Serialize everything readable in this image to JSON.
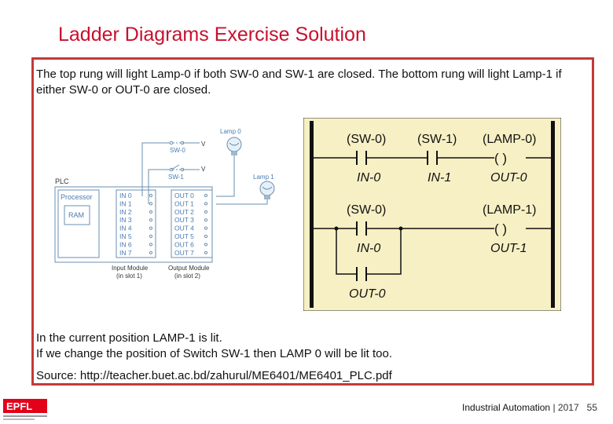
{
  "title": "Ladder Diagrams Exercise Solution",
  "intro_text": "The top rung will light Lamp-0  if both SW-0 and SW-1 are closed. The bottom rung will light Lamp-1 if either SW-0 or OUT-0 are closed.",
  "wiring": {
    "lamp0": "Lamp 0",
    "lamp1": "Lamp 1",
    "sw0": "SW-0",
    "sw1": "SW-1",
    "v": "V",
    "plc": "PLC",
    "processor": "Processor",
    "ram": "RAM",
    "inputs": [
      "IN 0",
      "IN 1",
      "IN 2",
      "IN 3",
      "IN 4",
      "IN 5",
      "IN 6",
      "IN 7"
    ],
    "outputs": [
      "OUT 0",
      "OUT 1",
      "OUT 2",
      "OUT 3",
      "OUT 4",
      "OUT 5",
      "OUT 6",
      "OUT 7"
    ],
    "input_module": "Input Module",
    "input_slot": "(in slot 1)",
    "output_module": "Output Module",
    "output_slot": "(in slot 2)"
  },
  "ladder": {
    "rung1": {
      "contact1_name": "(SW-0)",
      "contact1_addr": "IN-0",
      "contact2_name": "(SW-1)",
      "contact2_addr": "IN-1",
      "coil_name": "(LAMP-0)",
      "coil_symbol": "(   )",
      "coil_addr": "OUT-0"
    },
    "rung2": {
      "contact1_name": "(SW-0)",
      "contact1_addr": "IN-0",
      "contact2_addr": "OUT-0",
      "coil_name": "(LAMP-1)",
      "coil_symbol": "(   )",
      "coil_addr": "OUT-1"
    },
    "background": "#f7f0c4"
  },
  "note_line1": "In the current position LAMP-1 is lit.",
  "note_line2": "If we change the position of Switch SW-1 then LAMP 0 will be lit too.",
  "source": "Source: http://teacher.buet.ac.bd/zahurul/ME6401/ME6401_PLC.pdf",
  "footer": {
    "brand": "Industrial Automation",
    "separator": "|",
    "year": "2017",
    "page": "55"
  },
  "colors": {
    "accent": "#c8102e",
    "frame": "#c33a3a"
  }
}
